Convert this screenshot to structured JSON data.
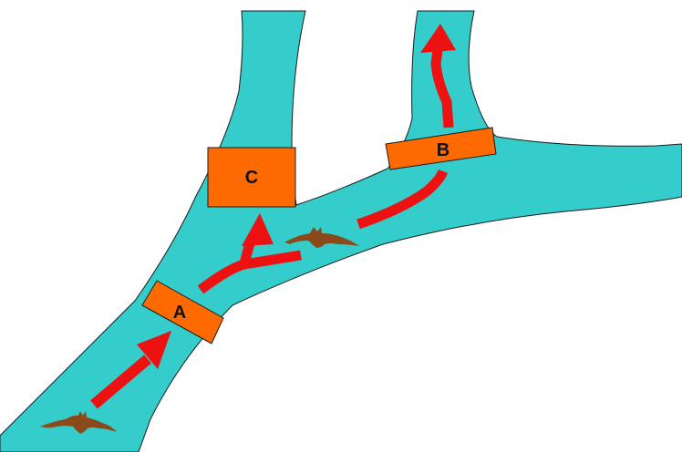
{
  "diagram": {
    "colors": {
      "background": "#ffffff",
      "waterway": "#35cccc",
      "outline": "#1a1a1a",
      "gate": "#ff6a00",
      "arrow": "#ee1111",
      "bat": "#8a4a1a"
    },
    "gates": [
      {
        "id": "A",
        "label": "A"
      },
      {
        "id": "B",
        "label": "B"
      },
      {
        "id": "C",
        "label": "C"
      }
    ],
    "icons": [
      "bat-icon",
      "arrow-icon"
    ]
  }
}
